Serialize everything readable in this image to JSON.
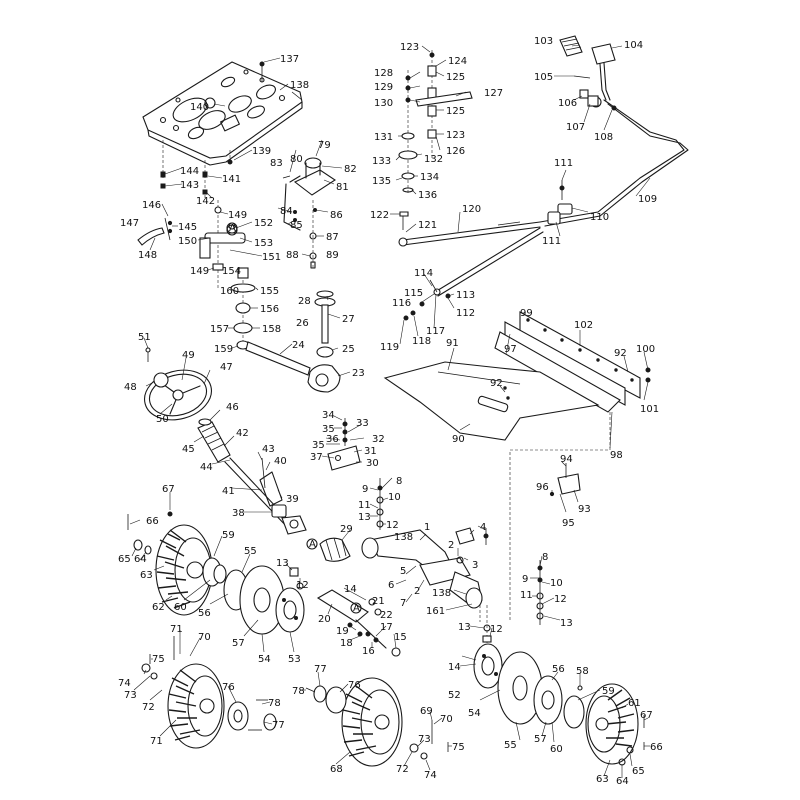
{
  "diagram": {
    "callouts": [
      {
        "id": "c137",
        "text": "137"
      },
      {
        "id": "c138a",
        "text": "138"
      },
      {
        "id": "c140",
        "text": "140"
      },
      {
        "id": "c139",
        "text": "139"
      },
      {
        "id": "c144",
        "text": "144"
      },
      {
        "id": "c143",
        "text": "143"
      },
      {
        "id": "c141",
        "text": "141"
      },
      {
        "id": "c142",
        "text": "142"
      },
      {
        "id": "c146",
        "text": "146"
      },
      {
        "id": "c145",
        "text": "145"
      },
      {
        "id": "c147",
        "text": "147"
      },
      {
        "id": "c148",
        "text": "148"
      },
      {
        "id": "c149a",
        "text": "149"
      },
      {
        "id": "c150",
        "text": "150"
      },
      {
        "id": "c152",
        "text": "152"
      },
      {
        "id": "c153",
        "text": "153"
      },
      {
        "id": "c151",
        "text": "151"
      },
      {
        "id": "c149b",
        "text": "149"
      },
      {
        "id": "c154",
        "text": "154"
      },
      {
        "id": "c160",
        "text": "160"
      },
      {
        "id": "c155",
        "text": "155"
      },
      {
        "id": "c156",
        "text": "156"
      },
      {
        "id": "c157",
        "text": "157"
      },
      {
        "id": "c158",
        "text": "158"
      },
      {
        "id": "c159",
        "text": "159"
      },
      {
        "id": "c24",
        "text": "24"
      },
      {
        "id": "c83",
        "text": "83"
      },
      {
        "id": "c80",
        "text": "80"
      },
      {
        "id": "c79",
        "text": "79"
      },
      {
        "id": "c82",
        "text": "82"
      },
      {
        "id": "c81",
        "text": "81"
      },
      {
        "id": "c84",
        "text": "84"
      },
      {
        "id": "c85",
        "text": "85"
      },
      {
        "id": "c86",
        "text": "86"
      },
      {
        "id": "c87",
        "text": "87"
      },
      {
        "id": "c88",
        "text": "88"
      },
      {
        "id": "c89",
        "text": "89"
      },
      {
        "id": "c28",
        "text": "28"
      },
      {
        "id": "c27",
        "text": "27"
      },
      {
        "id": "c26",
        "text": "26"
      },
      {
        "id": "c25",
        "text": "25"
      },
      {
        "id": "c23",
        "text": "23"
      },
      {
        "id": "c123a",
        "text": "123"
      },
      {
        "id": "c124",
        "text": "124"
      },
      {
        "id": "c128",
        "text": "128"
      },
      {
        "id": "c125a",
        "text": "125"
      },
      {
        "id": "c129",
        "text": "129"
      },
      {
        "id": "c127",
        "text": "127"
      },
      {
        "id": "c130",
        "text": "130"
      },
      {
        "id": "c125b",
        "text": "125"
      },
      {
        "id": "c131",
        "text": "131"
      },
      {
        "id": "c123b",
        "text": "123"
      },
      {
        "id": "c132",
        "text": "132"
      },
      {
        "id": "c126",
        "text": "126"
      },
      {
        "id": "c133",
        "text": "133"
      },
      {
        "id": "c134",
        "text": "134"
      },
      {
        "id": "c135",
        "text": "135"
      },
      {
        "id": "c136",
        "text": "136"
      },
      {
        "id": "c122",
        "text": "122"
      },
      {
        "id": "c121",
        "text": "121"
      },
      {
        "id": "c120",
        "text": "120"
      },
      {
        "id": "c103",
        "text": "103"
      },
      {
        "id": "c104",
        "text": "104"
      },
      {
        "id": "c105",
        "text": "105"
      },
      {
        "id": "c106",
        "text": "106"
      },
      {
        "id": "c107",
        "text": "107"
      },
      {
        "id": "c108",
        "text": "108"
      },
      {
        "id": "c111a",
        "text": "111"
      },
      {
        "id": "c109",
        "text": "109"
      },
      {
        "id": "c110",
        "text": "110"
      },
      {
        "id": "c111b",
        "text": "111"
      },
      {
        "id": "c114",
        "text": "114"
      },
      {
        "id": "c115",
        "text": "115"
      },
      {
        "id": "c113",
        "text": "113"
      },
      {
        "id": "c116",
        "text": "116"
      },
      {
        "id": "c112",
        "text": "112"
      },
      {
        "id": "c117",
        "text": "117"
      },
      {
        "id": "c119",
        "text": "119"
      },
      {
        "id": "c118",
        "text": "118"
      },
      {
        "id": "c99",
        "text": "99"
      },
      {
        "id": "c102",
        "text": "102"
      },
      {
        "id": "c91",
        "text": "91"
      },
      {
        "id": "c97",
        "text": "97"
      },
      {
        "id": "c92a",
        "text": "92"
      },
      {
        "id": "c100",
        "text": "100"
      },
      {
        "id": "c92b",
        "text": "92"
      },
      {
        "id": "c101",
        "text": "101"
      },
      {
        "id": "c90",
        "text": "90"
      },
      {
        "id": "c98",
        "text": "98"
      },
      {
        "id": "c94",
        "text": "94"
      },
      {
        "id": "c96",
        "text": "96"
      },
      {
        "id": "c93",
        "text": "93"
      },
      {
        "id": "c95",
        "text": "95"
      },
      {
        "id": "c51",
        "text": "51"
      },
      {
        "id": "c49",
        "text": "49"
      },
      {
        "id": "c47",
        "text": "47"
      },
      {
        "id": "c48",
        "text": "48"
      },
      {
        "id": "c50",
        "text": "50"
      },
      {
        "id": "c46",
        "text": "46"
      },
      {
        "id": "c45",
        "text": "45"
      },
      {
        "id": "c42",
        "text": "42"
      },
      {
        "id": "c44",
        "text": "44"
      },
      {
        "id": "c43",
        "text": "43"
      },
      {
        "id": "c40",
        "text": "40"
      },
      {
        "id": "c41",
        "text": "41"
      },
      {
        "id": "c39",
        "text": "39"
      },
      {
        "id": "c38",
        "text": "38"
      },
      {
        "id": "c34",
        "text": "34"
      },
      {
        "id": "c35a",
        "text": "35"
      },
      {
        "id": "c33",
        "text": "33"
      },
      {
        "id": "c36",
        "text": "36"
      },
      {
        "id": "c32",
        "text": "32"
      },
      {
        "id": "c35b",
        "text": "35"
      },
      {
        "id": "c31",
        "text": "31"
      },
      {
        "id": "c37",
        "text": "37"
      },
      {
        "id": "c30",
        "text": "30"
      },
      {
        "id": "c8a",
        "text": "8"
      },
      {
        "id": "c9a",
        "text": "9"
      },
      {
        "id": "c10a",
        "text": "10"
      },
      {
        "id": "c11a",
        "text": "11"
      },
      {
        "id": "c13a",
        "text": "13"
      },
      {
        "id": "c12a",
        "text": "12"
      },
      {
        "id": "c138b",
        "text": "138"
      },
      {
        "id": "c4",
        "text": "4"
      },
      {
        "id": "c1",
        "text": "1"
      },
      {
        "id": "c29",
        "text": "29"
      },
      {
        "id": "c2a",
        "text": "2"
      },
      {
        "id": "c3",
        "text": "3"
      },
      {
        "id": "c67a",
        "text": "67"
      },
      {
        "id": "c66a",
        "text": "66"
      },
      {
        "id": "c65a",
        "text": "65"
      },
      {
        "id": "c64a",
        "text": "64"
      },
      {
        "id": "c63a",
        "text": "63"
      },
      {
        "id": "c59a",
        "text": "59"
      },
      {
        "id": "c62",
        "text": "62"
      },
      {
        "id": "c60a",
        "text": "60"
      },
      {
        "id": "c55a",
        "text": "55"
      },
      {
        "id": "c56a",
        "text": "56"
      },
      {
        "id": "c13b",
        "text": "13"
      },
      {
        "id": "c12b",
        "text": "12"
      },
      {
        "id": "c14a",
        "text": "14"
      },
      {
        "id": "c21",
        "text": "21"
      },
      {
        "id": "c22",
        "text": "22"
      },
      {
        "id": "c20",
        "text": "20"
      },
      {
        "id": "c19",
        "text": "19"
      },
      {
        "id": "c17",
        "text": "17"
      },
      {
        "id": "c18",
        "text": "18"
      },
      {
        "id": "c16",
        "text": "16"
      },
      {
        "id": "c15",
        "text": "15"
      },
      {
        "id": "c57a",
        "text": "57"
      },
      {
        "id": "c54a",
        "text": "54"
      },
      {
        "id": "c53",
        "text": "53"
      },
      {
        "id": "c5",
        "text": "5"
      },
      {
        "id": "c6",
        "text": "6"
      },
      {
        "id": "c7",
        "text": "7"
      },
      {
        "id": "c2b",
        "text": "2"
      },
      {
        "id": "c138c",
        "text": "138"
      },
      {
        "id": "c161",
        "text": "161"
      },
      {
        "id": "c13c",
        "text": "13"
      },
      {
        "id": "c12c",
        "text": "12"
      },
      {
        "id": "c8b",
        "text": "8"
      },
      {
        "id": "c9b",
        "text": "9"
      },
      {
        "id": "c10b",
        "text": "10"
      },
      {
        "id": "c11b",
        "text": "11"
      },
      {
        "id": "c12d",
        "text": "12"
      },
      {
        "id": "c13d",
        "text": "13"
      },
      {
        "id": "c71a",
        "text": "71"
      },
      {
        "id": "c70a",
        "text": "70"
      },
      {
        "id": "c75a",
        "text": "75"
      },
      {
        "id": "c74a",
        "text": "74"
      },
      {
        "id": "c73a",
        "text": "73"
      },
      {
        "id": "c72a",
        "text": "72"
      },
      {
        "id": "c71b",
        "text": "71"
      },
      {
        "id": "c76a",
        "text": "76"
      },
      {
        "id": "c78a",
        "text": "78"
      },
      {
        "id": "c77a",
        "text": "77"
      },
      {
        "id": "c77b",
        "text": "77"
      },
      {
        "id": "c78b",
        "text": "78"
      },
      {
        "id": "c76b",
        "text": "76"
      },
      {
        "id": "c68",
        "text": "68"
      },
      {
        "id": "c69",
        "text": "69"
      },
      {
        "id": "c70b",
        "text": "70"
      },
      {
        "id": "c73b",
        "text": "73"
      },
      {
        "id": "c75b",
        "text": "75"
      },
      {
        "id": "c72b",
        "text": "72"
      },
      {
        "id": "c74b",
        "text": "74"
      },
      {
        "id": "c14b",
        "text": "14"
      },
      {
        "id": "c52",
        "text": "52"
      },
      {
        "id": "c54b",
        "text": "54"
      },
      {
        "id": "c56b",
        "text": "56"
      },
      {
        "id": "c58",
        "text": "58"
      },
      {
        "id": "c59b",
        "text": "59"
      },
      {
        "id": "c57b",
        "text": "57"
      },
      {
        "id": "c55b",
        "text": "55"
      },
      {
        "id": "c60b",
        "text": "60"
      },
      {
        "id": "c61",
        "text": "61"
      },
      {
        "id": "c67b",
        "text": "67"
      },
      {
        "id": "c66b",
        "text": "66"
      },
      {
        "id": "c63b",
        "text": "63"
      },
      {
        "id": "c64b",
        "text": "64"
      },
      {
        "id": "c65b",
        "text": "65"
      }
    ],
    "markers": [
      {
        "id": "mA1",
        "text": "A"
      },
      {
        "id": "mA2",
        "text": "A"
      },
      {
        "id": "mA3",
        "text": "A"
      }
    ]
  }
}
